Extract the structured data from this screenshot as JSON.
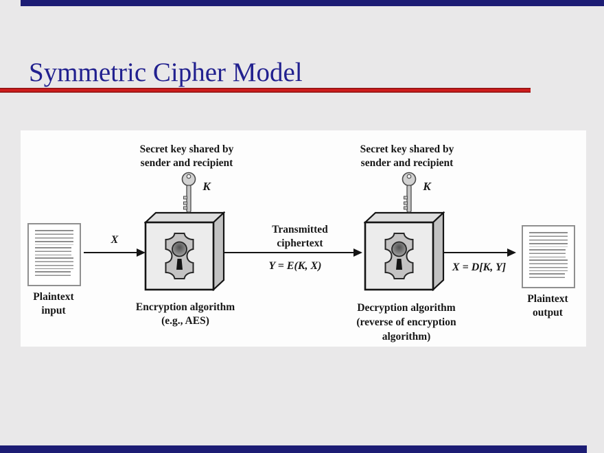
{
  "slide": {
    "title": "Symmetric Cipher Model",
    "colors": {
      "background": "#e9e8e9",
      "title_navy": "#22218f",
      "accent_red": "#cf1d1d",
      "template_bar_navy": "#1c1c74",
      "panel_white": "#fdfdfd",
      "diagram_text": "#171717"
    }
  },
  "diagram": {
    "secret_key_left": {
      "line1": "Secret key shared by",
      "line2": "sender and recipient",
      "key_label": "K"
    },
    "secret_key_right": {
      "line1": "Secret key shared by",
      "line2": "sender and recipient",
      "key_label": "K"
    },
    "plaintext_input": {
      "line1": "Plaintext",
      "line2": "input"
    },
    "plaintext_output": {
      "line1": "Plaintext",
      "line2": "output"
    },
    "encryption_box": {
      "line1": "Encryption algorithm",
      "line2": "(e.g., AES)"
    },
    "decryption_box": {
      "line1": "Decryption algorithm",
      "line2": "(reverse of encryption",
      "line3": "algorithm)"
    },
    "input_arrow_label": "X",
    "transmitted": {
      "line1": "Transmitted",
      "line2": "ciphertext"
    },
    "encrypt_equation": "Y = E(K, X)",
    "decrypt_equation": "X = D[K, Y]"
  }
}
